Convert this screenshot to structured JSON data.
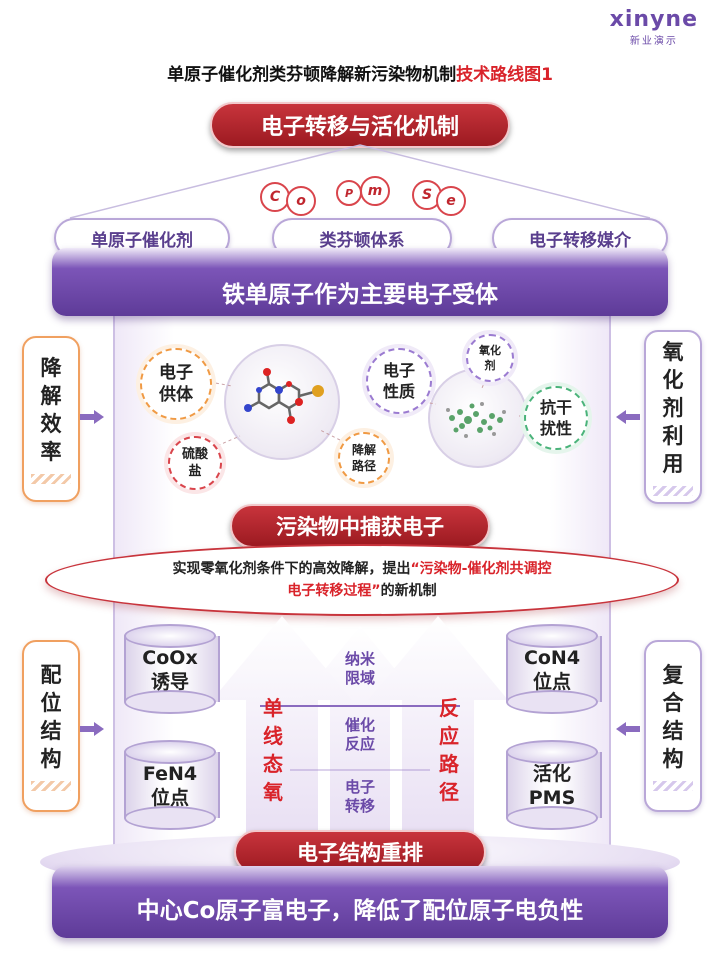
{
  "logo": {
    "mark": "xinyne",
    "sub": "新业演示"
  },
  "title": {
    "main": "单原子催化剂类芬顿降解新污染物机制",
    "highlight": "技术路线图1"
  },
  "top_banner": "电子转移与活化机制",
  "elements": [
    "C",
    "o",
    "P",
    "m",
    "S",
    "e"
  ],
  "categories": [
    "单原子催化剂",
    "类芬顿体系",
    "电子转移媒介"
  ],
  "band_top": "铁单原子作为主要电子受体",
  "left_box_top": [
    "降",
    "解",
    "效",
    "率"
  ],
  "right_box_top": [
    "氧",
    "化",
    "剂",
    "利",
    "用"
  ],
  "left_box_bottom": [
    "配",
    "位",
    "结",
    "构"
  ],
  "right_box_bottom": [
    "复",
    "合",
    "结",
    "构"
  ],
  "nodes": {
    "donor": [
      "电子",
      "供体"
    ],
    "sulfate": [
      "硫酸",
      "盐"
    ],
    "path": [
      "降解",
      "路径"
    ],
    "mediator": [
      "电子",
      "性质"
    ],
    "oxidant": [
      "氧化",
      "剂"
    ],
    "interference": [
      "抗干",
      "扰性"
    ]
  },
  "capture_banner": "污染物中捕获电子",
  "statement": {
    "line1_prefix": "实现零氧化剂条件下的高效降解，提出",
    "line1_quote": "“污染物-催化剂共调控",
    "line2_quote": "电子转移过程”",
    "line2_suffix": "的新机制"
  },
  "cylinders": {
    "left_top": [
      "CoOx",
      "诱导"
    ],
    "left_bottom": [
      "FeN4",
      "位点"
    ],
    "right_top": [
      "CoN4",
      "位点"
    ],
    "right_bottom": [
      "活化",
      "PMS"
    ]
  },
  "left_vertical": [
    "单",
    "线",
    "态",
    "氧"
  ],
  "right_vertical": [
    "反",
    "应",
    "路",
    "径"
  ],
  "mid_labels": {
    "top": [
      "纳米",
      "限域"
    ],
    "mid": [
      "催化",
      "反应"
    ],
    "bottom": [
      "电子",
      "转移"
    ]
  },
  "bottom_banner": "电子结构重排",
  "band_bottom": "中心Co原子富电子，降低了配位原子电负性"
}
